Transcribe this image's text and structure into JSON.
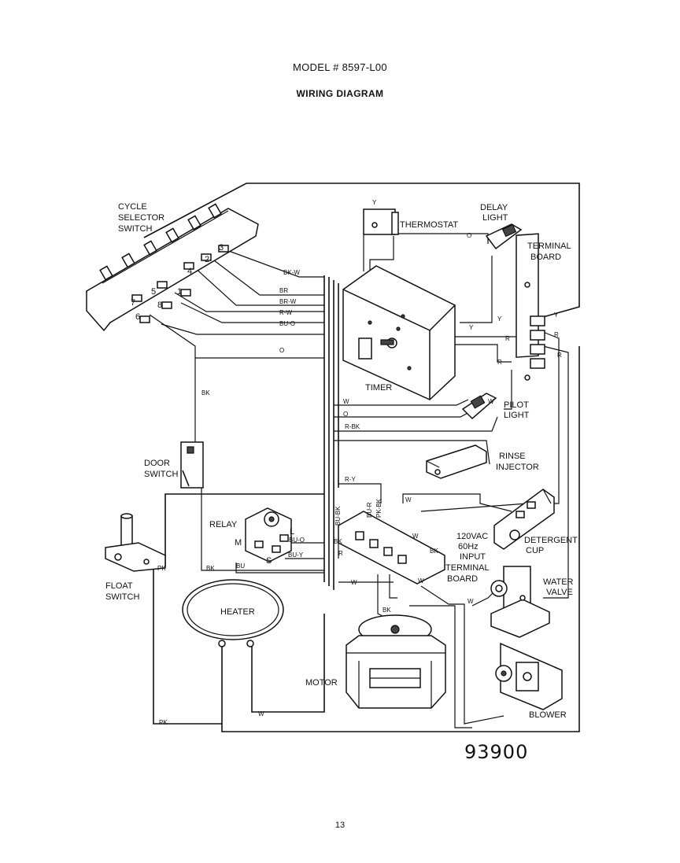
{
  "header": {
    "model": "MODEL # 8597-L00",
    "title": "WIRING DIAGRAM"
  },
  "components": {
    "cycle_selector": [
      "CYCLE",
      "SELECTOR",
      "SWITCH"
    ],
    "thermostat": "THERMOSTAT",
    "delay_light": [
      "DELAY",
      "LIGHT"
    ],
    "terminal_board": [
      "TERMINAL",
      "BOARD"
    ],
    "timer": "TIMER",
    "pilot_light": [
      "PILOT",
      "LIGHT"
    ],
    "rinse_injector": [
      "RINSE",
      "INJECTOR"
    ],
    "door_switch": [
      "DOOR",
      "SWITCH"
    ],
    "relay": "RELAY",
    "detergent_cup": [
      "DETERGENT",
      "CUP"
    ],
    "input_terminal": [
      "120VAC",
      "60Hz",
      "INPUT",
      "TERMINAL",
      "BOARD"
    ],
    "water_valve": [
      "WATER",
      "VALVE"
    ],
    "float_switch": [
      "FLOAT",
      "SWITCH"
    ],
    "heater": "HEATER",
    "motor": "MOTOR",
    "blower": "BLOWER"
  },
  "selector_terminals": [
    "1",
    "2",
    "3",
    "4",
    "5",
    "6",
    "7",
    "8"
  ],
  "relay_terminals": [
    "M",
    "L",
    "S"
  ],
  "wire_labels": {
    "bk_w": "BK-W",
    "br": "BR",
    "br_w": "BR-W",
    "r_w": "R-W",
    "bu_o": "BU-O",
    "o": "O",
    "bk": "BK",
    "y": "Y",
    "r": "R",
    "w": "W",
    "r_bk": "R-BK",
    "r_y": "R-Y",
    "bu_bk": "BU-BK",
    "bu_r": "BU-R",
    "pk_bk": "PK-BK",
    "bu": "BU",
    "bu_y": "BU-Y",
    "pk": "PK"
  },
  "diagram_number": "93900",
  "page_number": "13"
}
